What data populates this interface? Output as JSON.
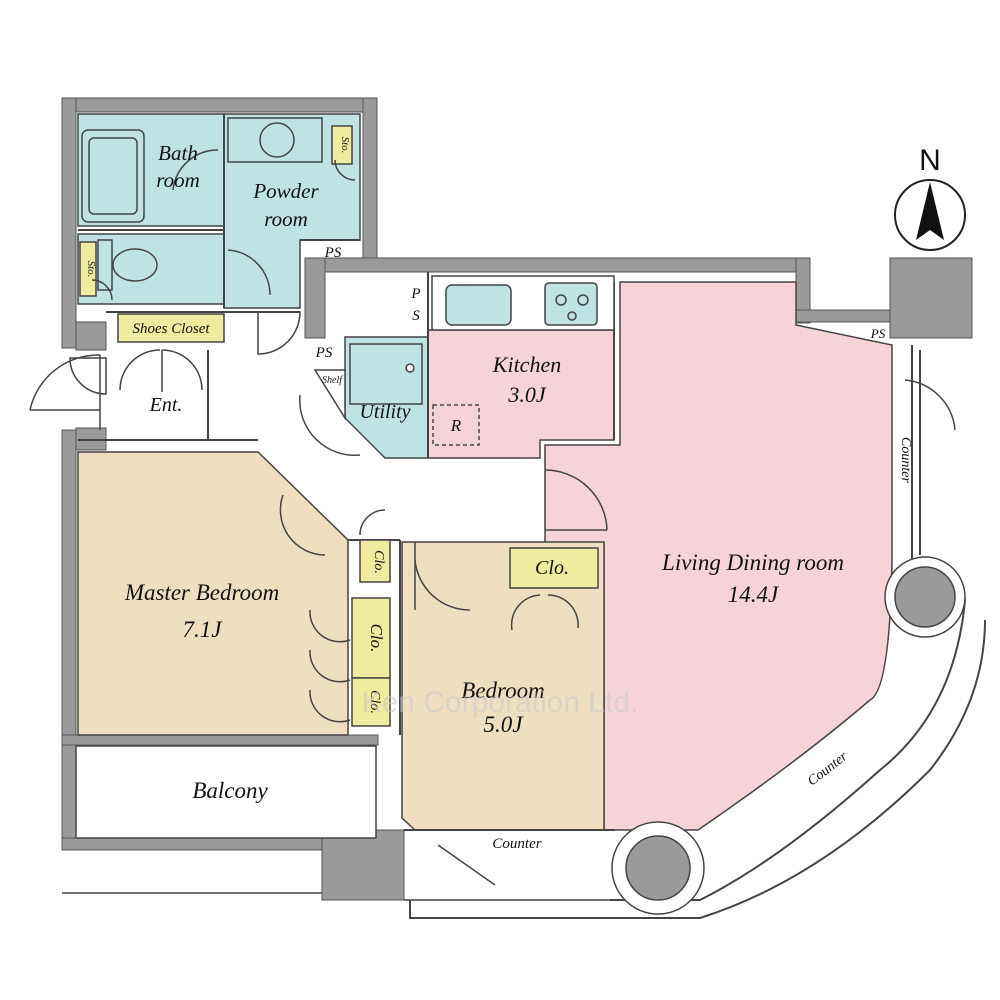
{
  "compass": {
    "label": "N",
    "icon": "north-arrow-icon"
  },
  "watermark": "Ken Corporation Ltd.",
  "colors": {
    "wall": "#9a9a9a",
    "wet_area": "#bfe3e3",
    "kitchen": "#f6d3d8",
    "living": "#f6d3d8",
    "bedroom": "#efdfc0",
    "closet": "#f0ec9f",
    "line": "#444444"
  },
  "rooms": {
    "bath": {
      "line1": "Bath",
      "line2": "room"
    },
    "powder": {
      "line1": "Powder",
      "line2": "room"
    },
    "kitchen": {
      "name": "Kitchen",
      "size": "3.0J"
    },
    "utility": {
      "name": "Utility",
      "shelf": "Shelf"
    },
    "entrance": {
      "name": "Ent."
    },
    "master_bedroom": {
      "name": "Master Bedroom",
      "size": "7.1J"
    },
    "bedroom": {
      "name": "Bedroom",
      "size": "5.0J"
    },
    "living": {
      "name": "Living Dining room",
      "size": "14.4J"
    },
    "balcony": {
      "name": "Balcony"
    }
  },
  "labels": {
    "shoes_closet": "Shoes Closet",
    "sto": "Sto.",
    "ps": "PS",
    "ps_p": "P",
    "ps_s": "S",
    "clo": "Clo.",
    "counter": "Counter",
    "refrigerator": "R"
  }
}
